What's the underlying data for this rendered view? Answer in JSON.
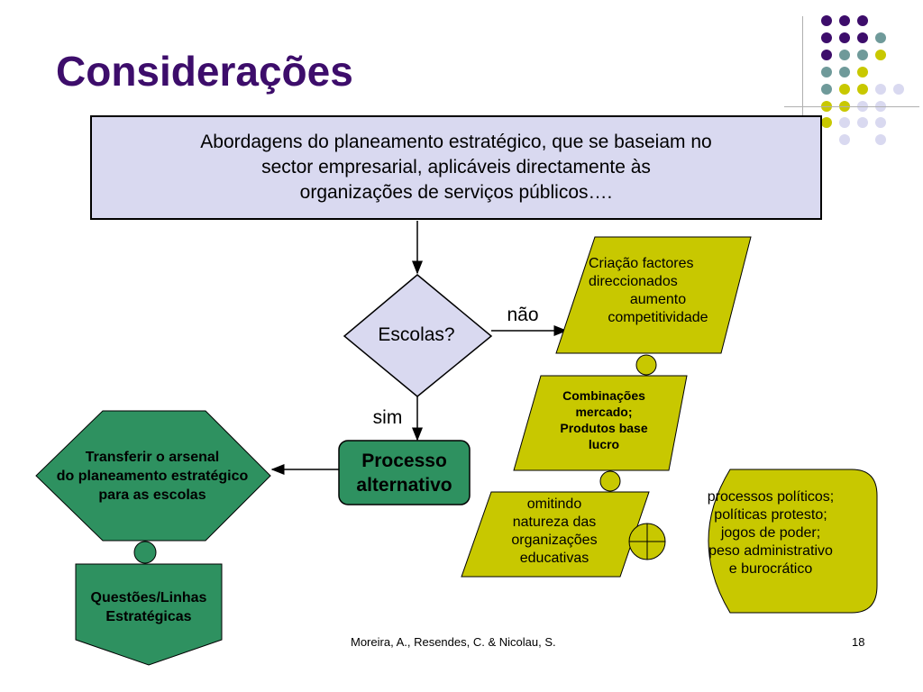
{
  "slide": {
    "title": "Considerações",
    "top_box": [
      "Abordagens do planeamento estratégico, que se baseiam no",
      "sector empresarial, aplicáveis directamente às",
      "organizações de serviços públicos…."
    ],
    "decision": "Escolas?",
    "edge_no": "não",
    "edge_yes": "sim",
    "criacao": [
      "Criação factores",
      "direccionados",
      "aumento",
      "competitividade"
    ],
    "combinacoes": [
      "Combinações",
      "mercado;",
      "Produtos base",
      "lucro"
    ],
    "processo": [
      "Processo",
      "alternativo"
    ],
    "omitindo": [
      "omitindo",
      "natureza das",
      "organizações",
      "educativas"
    ],
    "processos": [
      "processos políticos;",
      "políticas protesto;",
      "jogos de poder;",
      "peso administrativo",
      "e burocrático"
    ],
    "transferir": [
      "Transferir o arsenal",
      "do planeamento estratégico",
      "para as escolas"
    ],
    "questoes": [
      "Questões/Linhas",
      "Estratégicas"
    ],
    "footer_credit": "Moreira, A., Resendes, C. & Nicolau, S.",
    "page_number": "18"
  },
  "colors": {
    "purple": "#3d0d6b",
    "teal": "#6f9a9a",
    "olive": "#c8c800",
    "lavender": "#d9d9f0",
    "green": "#2e9160"
  }
}
